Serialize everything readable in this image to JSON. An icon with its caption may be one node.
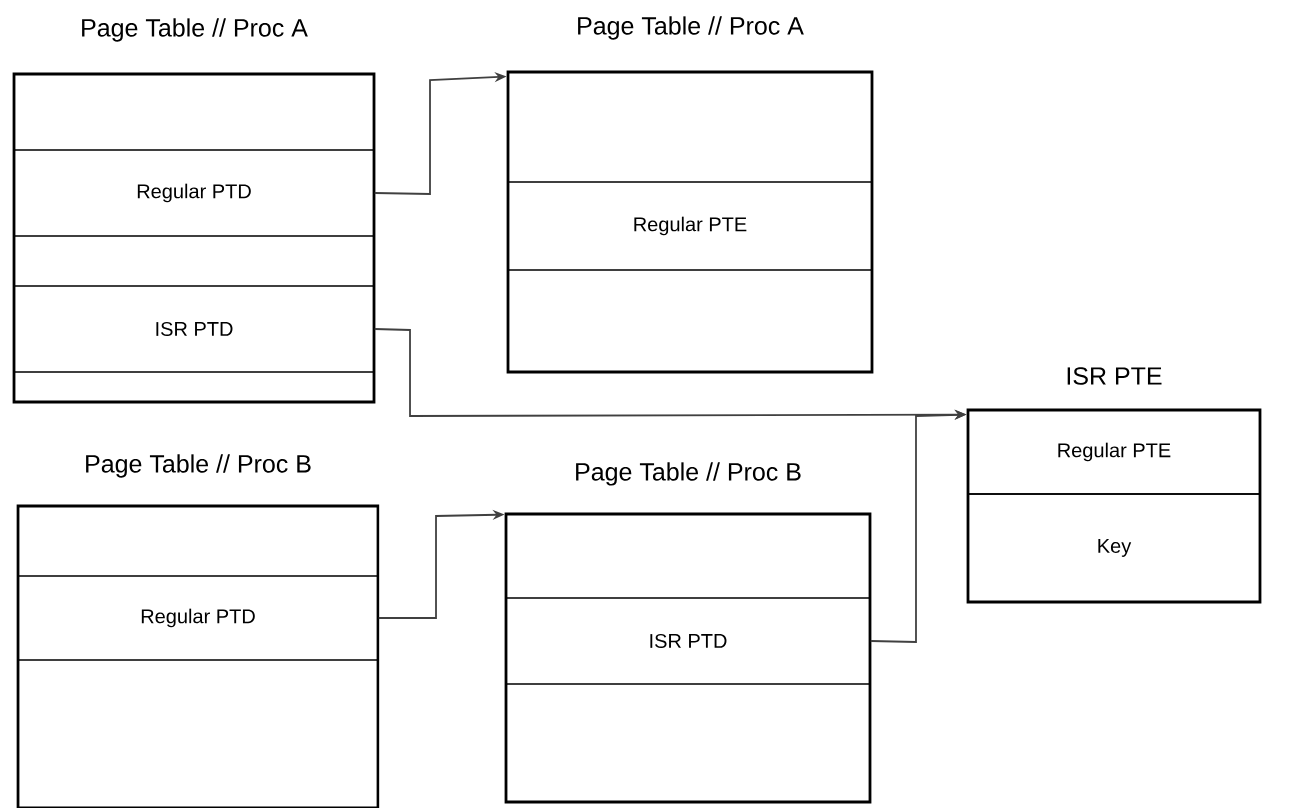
{
  "diagram": {
    "nodes": [
      {
        "text": [
          "Page Table // Proc A"
        ]
      },
      {
        "text": [
          "Regular PTD"
        ],
        "in": 0
      },
      {
        "text": [
          "ISR PTD"
        ],
        "in": 0
      },
      {
        "text": [
          "Page Table // Proc A"
        ]
      },
      {
        "text": [
          "Regular PTE"
        ],
        "in": 3
      },
      {
        "text": [
          "ISR PTE"
        ]
      },
      {
        "text": [
          "Regular PTE"
        ],
        "in": 5
      },
      {
        "text": [
          "Key"
        ],
        "in": 5
      },
      {
        "text": [
          "Page Table // Proc B"
        ]
      },
      {
        "text": [
          "Regular PTD"
        ],
        "in": 8
      },
      {
        "text": [
          "Page Table // Proc B"
        ]
      },
      {
        "text": [
          "ISR PTD"
        ],
        "in": 10
      }
    ],
    "edges": [
      {
        "from": 1,
        "to": 3,
        "arrow": "to"
      },
      {
        "from": 2,
        "to": 5,
        "arrow": "to"
      },
      {
        "from": 9,
        "to": 10,
        "arrow": "to"
      },
      {
        "from": 11,
        "to": 5,
        "arrow": "to"
      }
    ]
  }
}
